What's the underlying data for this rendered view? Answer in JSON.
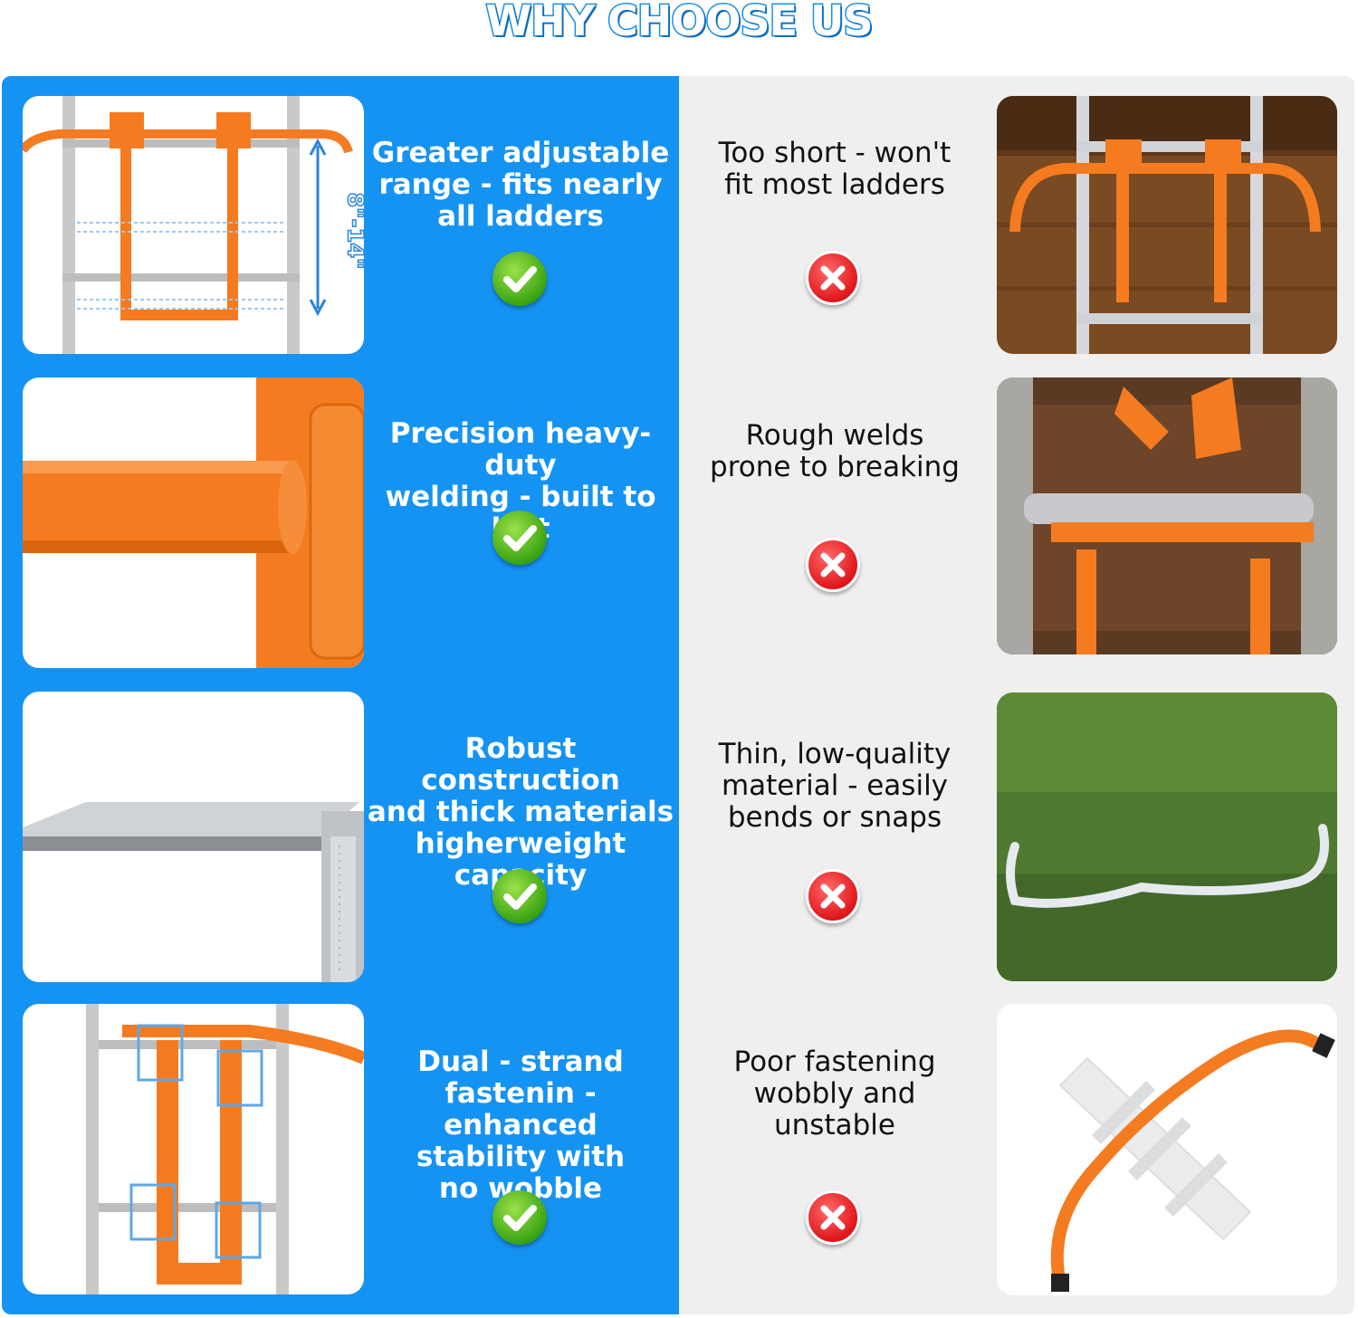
{
  "header": {
    "title": "WHY CHOOSE US"
  },
  "colors": {
    "blue_panel": "#1593f3",
    "gray_panel": "#efefef",
    "accent_orange": "#f47b20",
    "check_green": "#3aa312",
    "cross_red": "#e0161b"
  },
  "rows": [
    {
      "good_text": "Greater adjustable\nrange - fits nearly\nall ladders",
      "good_icon": "check-icon",
      "bad_text": "Too short - won't\nfit most ladders",
      "bad_icon": "cross-icon",
      "dimension_label": "8\"-14\""
    },
    {
      "good_text": "Precision heavy-duty\nwelding - built to last",
      "good_icon": "check-icon",
      "bad_text": "Rough welds\nprone to breaking",
      "bad_icon": "cross-icon"
    },
    {
      "good_text": "Robust construction\nand thick materials\nhigherweight\ncapacity",
      "good_icon": "check-icon",
      "bad_text": "Thin, low-quality\nmaterial - easily\nbends or snaps",
      "bad_icon": "cross-icon"
    },
    {
      "good_text": "Dual - strand\nfastenin - enhanced\nstability with\nno wobble",
      "good_icon": "check-icon",
      "bad_text": "Poor fastening\nwobbly and\nunstable",
      "bad_icon": "cross-icon"
    }
  ]
}
